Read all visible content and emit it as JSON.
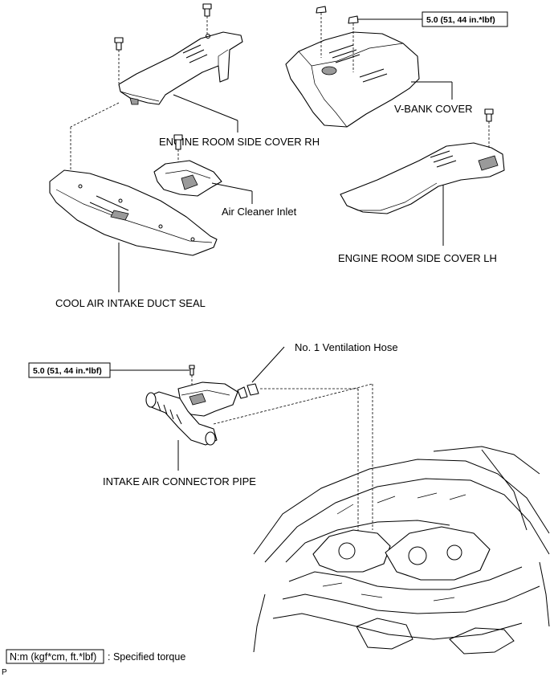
{
  "labels": {
    "side_cover_rh": "ENGINE ROOM SIDE COVER RH",
    "v_bank_cover": "V-BANK COVER",
    "side_cover_lh": "ENGINE ROOM SIDE COVER LH",
    "air_cleaner_inlet": "Air Cleaner Inlet",
    "cool_air_seal": "COOL AIR INTAKE DUCT SEAL",
    "ventilation_hose": "No. 1 Ventilation Hose",
    "connector_pipe": "INTAKE AIR CONNECTOR PIPE"
  },
  "torque": {
    "top": "5.0 (51, 44 in.*lbf)",
    "pipe": "5.0 (51, 44 in.*lbf)"
  },
  "legend": {
    "box": "N:m (kgf*cm, ft.*lbf)",
    "text": ": Specified torque"
  },
  "corner_code": "P"
}
